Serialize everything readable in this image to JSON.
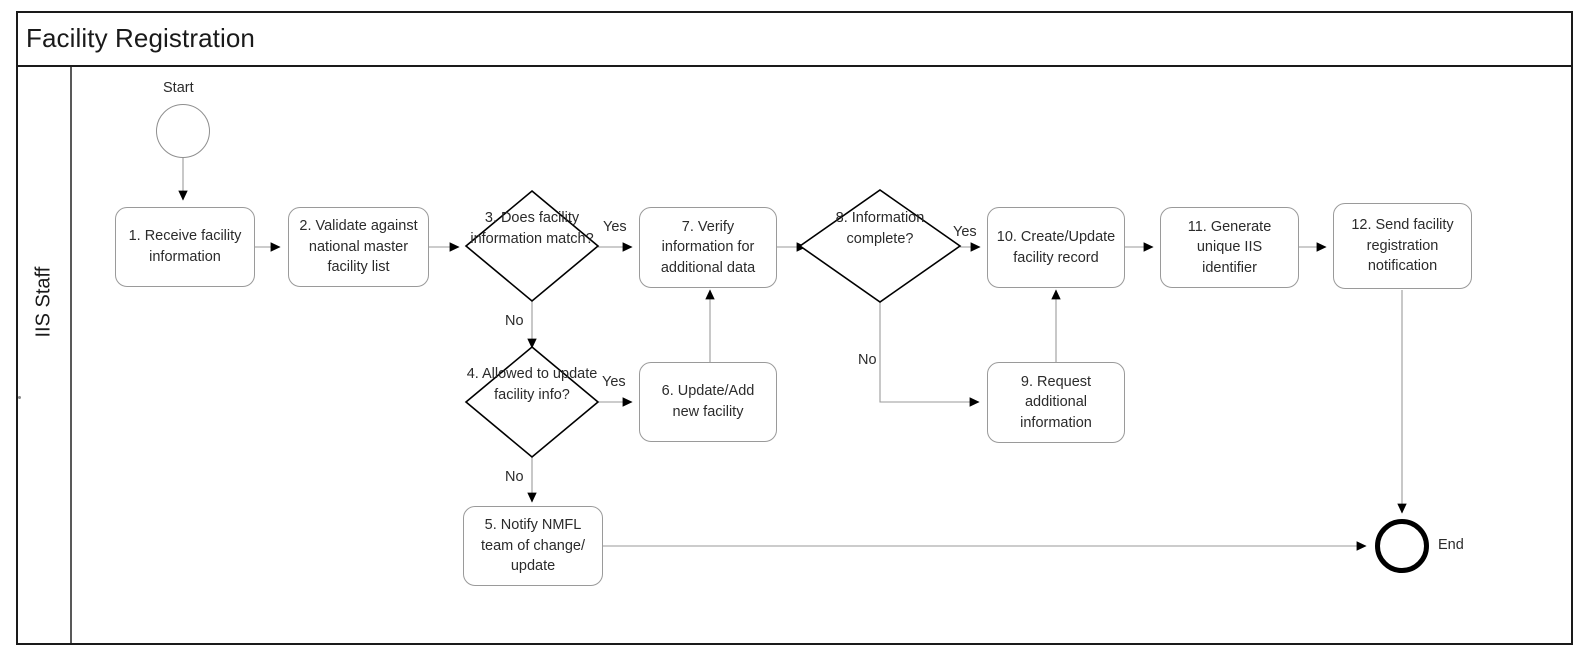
{
  "pool": {
    "title": "Facility Registration",
    "lane_label": "IIS Staff"
  },
  "events": {
    "start": {
      "label": "Start",
      "type": "start-event"
    },
    "end": {
      "label": "End",
      "type": "end-event"
    }
  },
  "tasks": [
    {
      "id": "t1",
      "label": "1. Receive facility information"
    },
    {
      "id": "t2",
      "label": "2. Validate against national master facility list"
    },
    {
      "id": "t5",
      "label": "5. Notify NMFL team of change/ update"
    },
    {
      "id": "t6",
      "label": "6. Update/Add new facility"
    },
    {
      "id": "t7",
      "label": "7. Verify information for additional data"
    },
    {
      "id": "t9",
      "label": "9. Request additional information"
    },
    {
      "id": "t10",
      "label": "10. Create/Update facility record"
    },
    {
      "id": "t11",
      "label": "11. Generate unique IIS identifier"
    },
    {
      "id": "t12",
      "label": "12. Send facility registration notification"
    }
  ],
  "gateways": [
    {
      "id": "g3",
      "label": "3. Does facility information match?"
    },
    {
      "id": "g4",
      "label": "4. Allowed to update facility info?"
    },
    {
      "id": "g8",
      "label": "8. Information complete?"
    }
  ],
  "edge_labels": {
    "g3_yes": "Yes",
    "g3_no": "No",
    "g4_yes": "Yes",
    "g4_no": "No",
    "g8_yes": "Yes",
    "g8_no": "No"
  },
  "colors": {
    "frame": "#1a1a1a",
    "lane_divider": "#595959",
    "task_border": "#9a9a9a",
    "gateway_border": "#000000",
    "connector": "#9a9a9a",
    "arrowhead": "#000000",
    "text": "#2b2b2b",
    "background": "#ffffff"
  }
}
